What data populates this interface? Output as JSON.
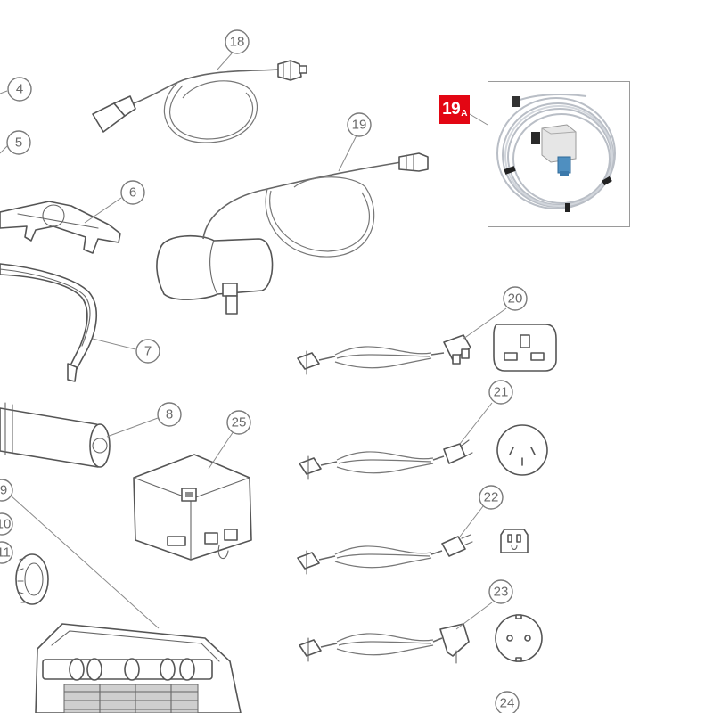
{
  "diagram": {
    "callouts": [
      "4",
      "5",
      "6",
      "7",
      "8",
      "18",
      "19",
      "20",
      "21",
      "22",
      "23",
      "24",
      "25"
    ],
    "partial_callouts": [
      "9",
      "10",
      "11"
    ],
    "highlight": {
      "number": "19",
      "suffix": "A",
      "color": "#e30613"
    }
  }
}
